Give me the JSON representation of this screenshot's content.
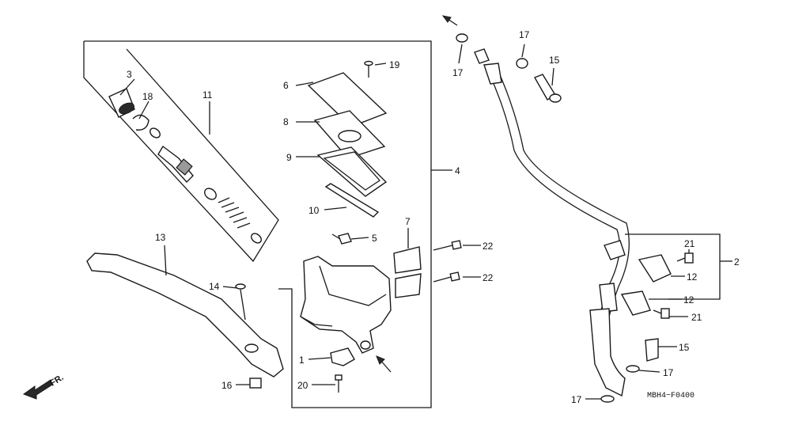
{
  "diagram": {
    "callouts": {
      "c1": "1",
      "c2": "2",
      "c3": "3",
      "c4": "4",
      "c5": "5",
      "c6": "6",
      "c7": "7",
      "c8": "8",
      "c9": "9",
      "c10": "10",
      "c11": "11",
      "c12a": "12",
      "c12b": "12",
      "c13": "13",
      "c14": "14",
      "c15a": "15",
      "c15b": "15",
      "c16": "16",
      "c17a": "17",
      "c17b": "17",
      "c17c": "17",
      "c17d": "17",
      "c18": "18",
      "c19": "19",
      "c20": "20",
      "c21a": "21",
      "c21b": "21",
      "c22a": "22",
      "c22b": "22"
    },
    "front_marker": "FR.",
    "figure_code": "MBH4−F0400"
  }
}
